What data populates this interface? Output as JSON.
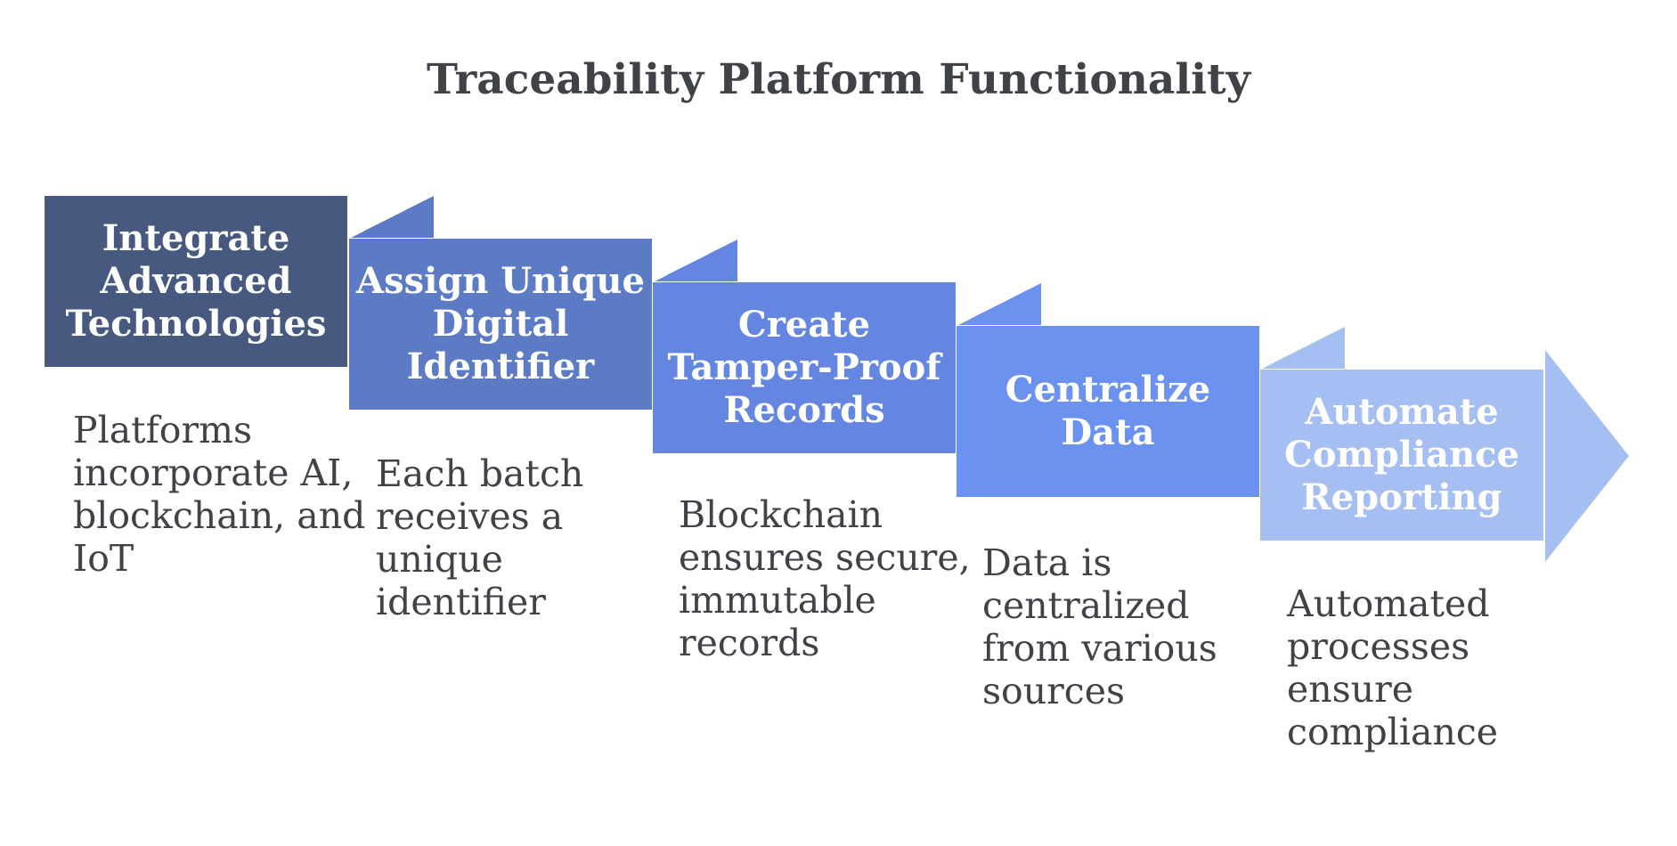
{
  "title": "Traceability Platform Functionality",
  "colors": {
    "background": "#ffffff",
    "text": "#3f4347",
    "box_text": "#ffffff",
    "crease": "#ffffff"
  },
  "steps": [
    {
      "label": "Integrate\nAdvanced\nTechnologies",
      "description": "Platforms\nincorporate AI,\nblockchain, and\nIoT",
      "color": "#47597e"
    },
    {
      "label": "Assign Unique\nDigital\nIdentifier",
      "description": "Each batch\nreceives a\nunique\nidentifier",
      "color": "#5d7bc5"
    },
    {
      "label": "Create\nTamper-Proof\nRecords",
      "description": "Blockchain\nensures secure,\nimmutable\nrecords",
      "color": "#6486e0"
    },
    {
      "label": "Centralize\nData",
      "description": "Data is\ncentralized\nfrom various\nsources",
      "color": "#6c92f0"
    },
    {
      "label": "Automate\nCompliance\nReporting",
      "description": "Automated\nprocesses\nensure\ncompliance",
      "color": "#a6bff3"
    }
  ]
}
